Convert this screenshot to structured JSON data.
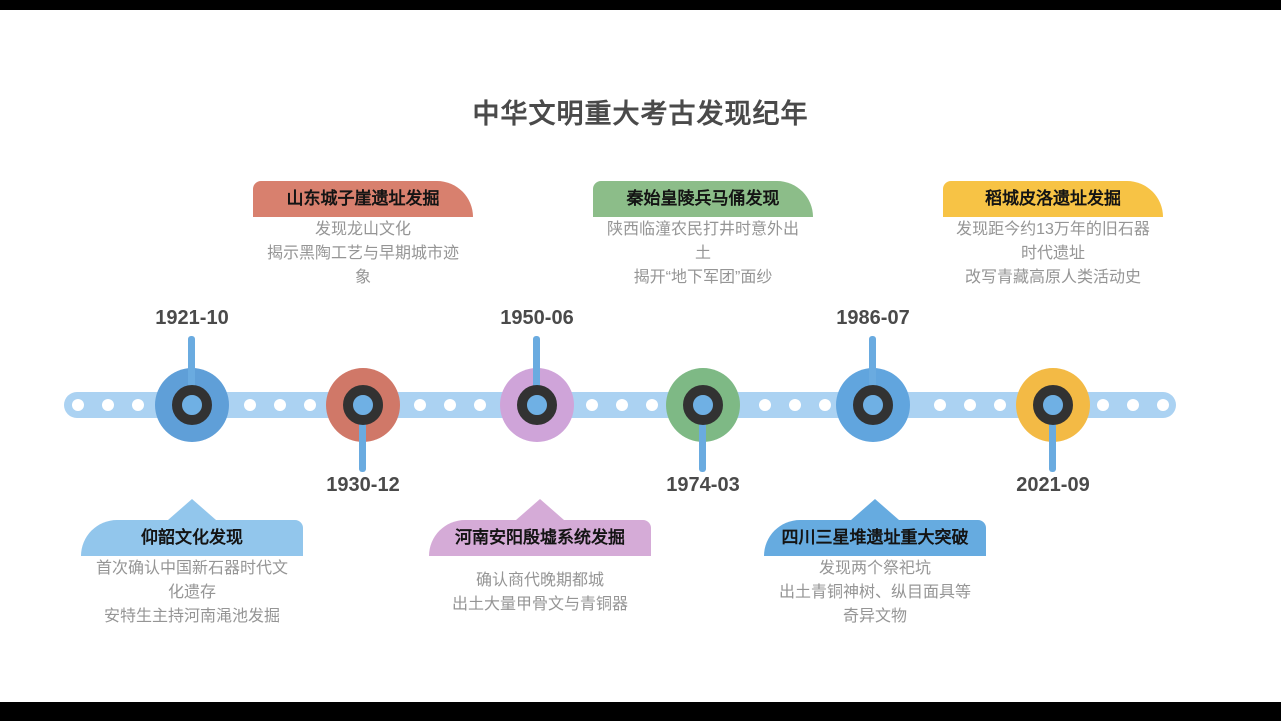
{
  "title": "中华文明重大考古发现纪年",
  "palette": {
    "axis": "#abd2f2",
    "axis_dot": "#ffffff",
    "stem": "#6aabe0",
    "node_ring": "#323232",
    "node_inner": "#6fb0e4",
    "title_text": "#4a4a4a",
    "body_text": "#959595"
  },
  "events": [
    {
      "date": "1921-10",
      "card_title": "仰韶文化发现",
      "lines": [
        "首次确认中国新石器时代文化遗存",
        "安特生主持河南渑池发掘"
      ],
      "color": "#92c6ec",
      "node_color": "#5f9fd8",
      "card_position": "below",
      "date_position": "above"
    },
    {
      "date": "1930-12",
      "card_title": "山东城子崖遗址发掘",
      "lines": [
        "发现龙山文化",
        "揭示黑陶工艺与早期城市迹象"
      ],
      "color": "#d8806e",
      "node_color": "#d07868",
      "card_position": "above",
      "date_position": "below"
    },
    {
      "date": "1950-06",
      "card_title": "河南安阳殷墟系统发掘",
      "lines": [
        "确认商代晚期都城",
        "出土大量甲骨文与青铜器"
      ],
      "color": "#d5abd7",
      "node_color": "#cfa4d9",
      "card_position": "below",
      "date_position": "above"
    },
    {
      "date": "1974-03",
      "card_title": "秦始皇陵兵马俑发现",
      "lines": [
        "陕西临潼农民打井时意外出土",
        "揭开“地下军团”面纱"
      ],
      "color": "#8cbd89",
      "node_color": "#7eb985",
      "card_position": "above",
      "date_position": "below"
    },
    {
      "date": "1986-07",
      "card_title": "四川三星堆遗址重大突破",
      "lines": [
        "发现两个祭祀坑",
        "出土青铜神树、纵目面具等奇异文物"
      ],
      "color": "#66abe0",
      "node_color": "#61a5de",
      "card_position": "below",
      "date_position": "above"
    },
    {
      "date": "2021-09",
      "card_title": "稻城皮洛遗址发掘",
      "lines": [
        "发现距今约13万年的旧石器时代遗址",
        "改写青藏高原人类活动史"
      ],
      "color": "#f7c345",
      "node_color": "#f3ba45",
      "card_position": "above",
      "date_position": "below"
    }
  ]
}
